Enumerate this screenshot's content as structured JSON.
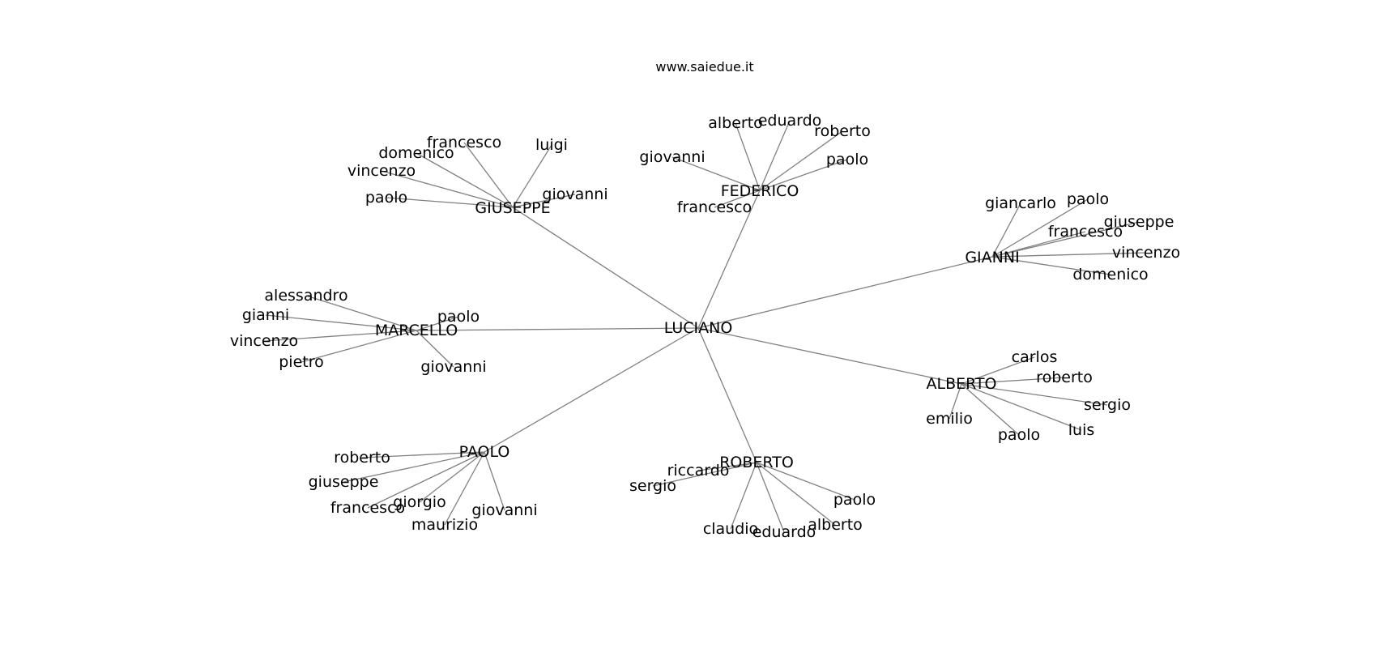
{
  "caption": "www.saiedue.it",
  "colors": {
    "background": "#ffffff",
    "edge": "#808080",
    "text": "#000000"
  },
  "tree": {
    "root": "LUCIANO",
    "groups": [
      {
        "name": "GIUSEPPE",
        "children": [
          "francesco",
          "luigi",
          "domenico",
          "vincenzo",
          "paolo",
          "giovanni"
        ]
      },
      {
        "name": "FEDERICO",
        "children": [
          "alberto",
          "eduardo",
          "roberto",
          "giovanni",
          "paolo",
          "francesco"
        ]
      },
      {
        "name": "GIANNI",
        "children": [
          "giancarlo",
          "paolo",
          "giuseppe",
          "francesco",
          "vincenzo",
          "domenico"
        ]
      },
      {
        "name": "MARCELLO",
        "children": [
          "alessandro",
          "gianni",
          "paolo",
          "vincenzo",
          "pietro",
          "giovanni"
        ]
      },
      {
        "name": "ALBERTO",
        "children": [
          "carlos",
          "roberto",
          "sergio",
          "emilio",
          "luis",
          "paolo"
        ]
      },
      {
        "name": "PAOLO",
        "children": [
          "roberto",
          "giuseppe",
          "giorgio",
          "francesco",
          "giovanni",
          "maurizio"
        ]
      },
      {
        "name": "ROBERTO",
        "children": [
          "riccardo",
          "sergio",
          "paolo",
          "alberto",
          "claudio",
          "eduardo"
        ]
      }
    ]
  }
}
